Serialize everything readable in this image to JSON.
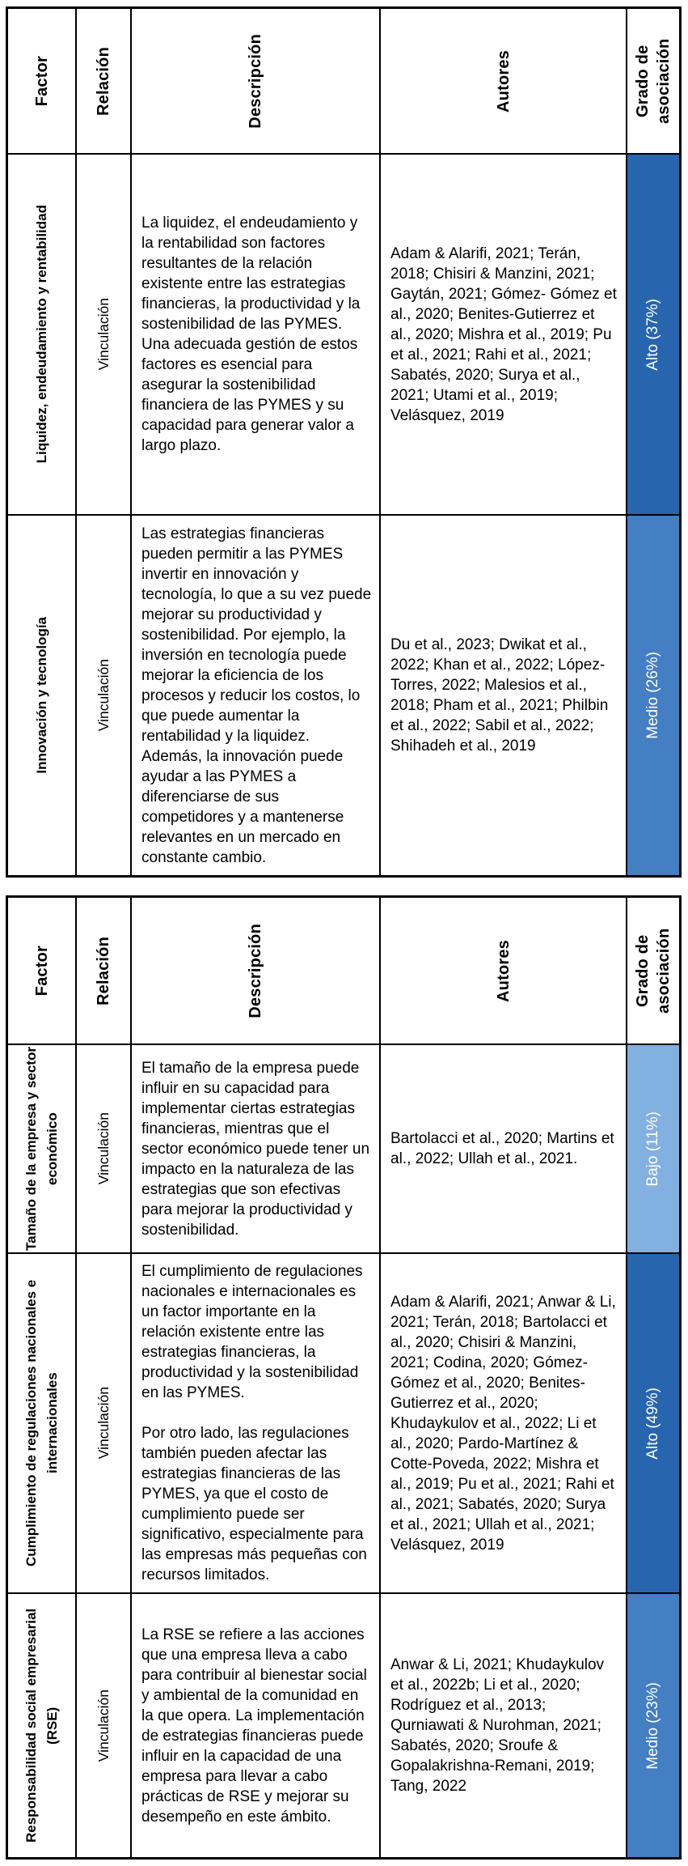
{
  "document": {
    "type": "tabla de factores de vinculación entre estrategias financieras, productividad y sostenibilidad en PYMES"
  },
  "colors": {
    "alto": "#2765af",
    "medio": "#447ec3",
    "bajo": "#82b0e0",
    "border": "#000000",
    "grado_text": "#ffffff",
    "cell_bg": "#ffffff"
  },
  "headers": {
    "factor": "Factor",
    "relacion": "Relación",
    "descripcion": "Descripción",
    "autores": "Autores",
    "grado": "Grado de asociación"
  },
  "tables": [
    {
      "rows": [
        {
          "factor": "Liquidez, endeudamiento y rentabilidad",
          "relacion": "Vinculación",
          "descripcion": "La liquidez, el endeudamiento y la rentabilidad son factores resultantes de la relación existente entre las estrategias financieras, la productividad y la sostenibilidad de las PYMES. Una adecuada gestión de estos factores es esencial para asegurar la sostenibilidad financiera de las PYMES y su capacidad para generar valor a largo plazo.",
          "autores": "Adam & Alarifi, 2021; Terán, 2018; Chisiri & Manzini, 2021; Gaytán, 2021; Gómez- Gómez et al., 2020; Benites-Gutierrez et al., 2020; Mishra et al., 2019; Pu et al., 2021; Rahi et al., 2021; Sabatés, 2020; Surya et al., 2021; Utami et al., 2019; Velásquez, 2019",
          "grado": {
            "label": "Alto (37%)",
            "level": "alto"
          }
        },
        {
          "factor": "Innovación y tecnología",
          "relacion": "Vinculación",
          "descripcion": "Las estrategias financieras pueden permitir a las PYMES invertir en innovación y tecnología, lo que a su vez puede mejorar su productividad y sostenibilidad. Por ejemplo, la inversión en tecnología puede mejorar la eficiencia de los procesos y reducir los costos, lo que puede aumentar la rentabilidad y la liquidez. Además, la innovación puede ayudar a las PYMES a diferenciarse de sus competidores y a mantenerse relevantes en un mercado en constante cambio.",
          "autores": "Du et al., 2023; Dwikat et al., 2022; Khan et al., 2022; López-Torres, 2022; Malesios et al., 2018; Pham et al., 2021; Philbin et al., 2022; Sabil et al., 2022; Shihadeh et al., 2019",
          "grado": {
            "label": "Medio (26%)",
            "level": "medio"
          }
        }
      ]
    },
    {
      "rows": [
        {
          "factor": "Tamaño de la empresa y sector económico",
          "relacion": "Vinculación",
          "descripcion": "El tamaño de la empresa puede influir en su capacidad para implementar ciertas estrategias financieras, mientras que el sector económico puede tener un impacto en la naturaleza de las estrategias que son efectivas para mejorar la productividad y sostenibilidad.",
          "autores": "Bartolacci et al., 2020; Martins et al., 2022; Ullah et al., 2021.",
          "grado": {
            "label": "Bajo (11%)",
            "level": "bajo"
          }
        },
        {
          "factor": "Cumplimiento de regulaciones nacionales e internacionales",
          "relacion": "Vinculación",
          "descripcion": "El cumplimiento de regulaciones nacionales e internacionales es un factor importante en la relación existente entre las estrategias financieras, la productividad y la sostenibilidad en las PYMES.\n\nPor otro lado, las regulaciones también pueden afectar las estrategias financieras de las PYMES, ya que el costo de cumplimiento puede ser significativo, especialmente para las empresas más pequeñas con recursos limitados.",
          "autores": "Adam & Alarifi, 2021; Anwar & Li, 2021; Terán, 2018; Bartolacci et al., 2020; Chisiri & Manzini, 2021; Codina, 2020; Gómez-Gómez et al., 2020; Benites-Gutierrez et al., 2020; Khudaykulov et al., 2022; Li et al., 2020; Pardo-Martínez & Cotte-Poveda, 2022; Mishra et al., 2019; Pu et al., 2021; Rahi et al., 2021; Sabatés, 2020; Surya et al., 2021; Ullah et al., 2021; Velásquez, 2019",
          "grado": {
            "label": "Alto (49%)",
            "level": "alto"
          }
        },
        {
          "factor": "Responsabilidad social empresarial (RSE)",
          "relacion": "Vinculación",
          "descripcion": "La RSE se refiere a las acciones que una empresa lleva a cabo para contribuir al bienestar social y ambiental de la comunidad en la que opera. La implementación de estrategias financieras puede influir en la capacidad de una empresa para llevar a cabo prácticas de RSE y mejorar su desempeño en este ámbito.",
          "autores": "Anwar & Li, 2021; Khudaykulov et al., 2022b; Li et al., 2020; Rodríguez et al., 2013; Qurniawati & Nurohman, 2021; Sabatés, 2020; Sroufe & Gopalakrishna-Remani, 2019; Tang, 2022",
          "grado": {
            "label": "Medio (23%)",
            "level": "medio"
          }
        }
      ]
    }
  ]
}
